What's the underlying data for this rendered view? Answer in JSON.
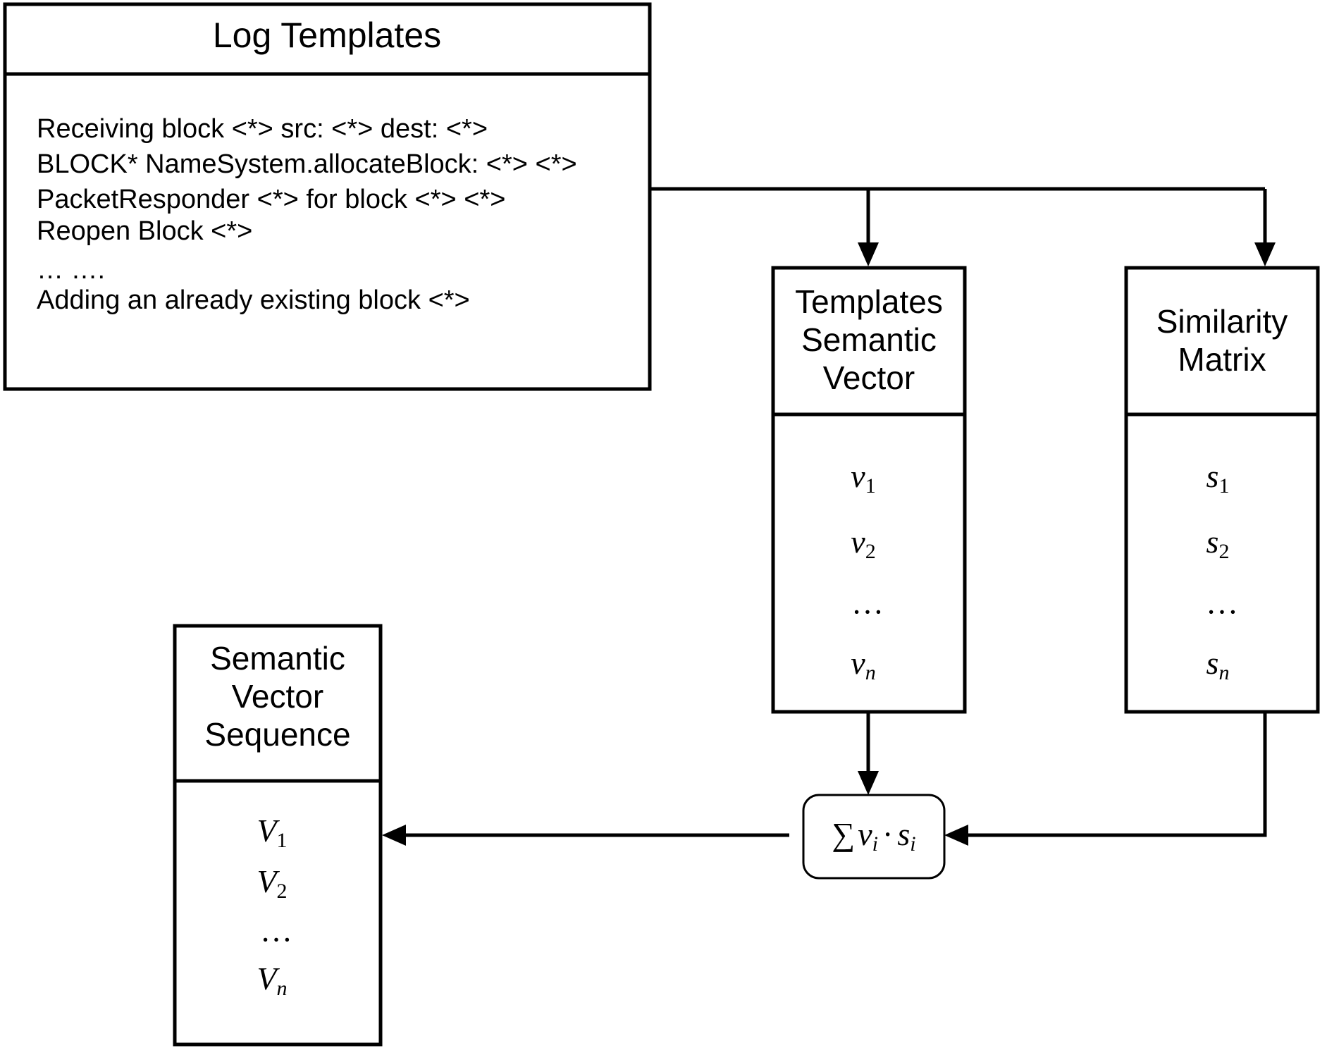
{
  "diagram": {
    "title": "Log template semantic vector aggregation flow",
    "stroke_color": "#000000",
    "background_color": "#ffffff"
  },
  "log_templates_box": {
    "header": "Log Templates",
    "lines": [
      "Receiving block <*> src: <*> dest: <*>",
      "BLOCK* NameSystem.allocateBlock: <*> <*>",
      "PacketResponder <*> for block <*> <*>",
      "Reopen Block <*>",
      "… ….",
      "Adding an already existing block <*>"
    ]
  },
  "templates_semantic_vector_box": {
    "header_lines": [
      "Templates",
      "Semantic",
      "Vector"
    ],
    "items": [
      {
        "base": "v",
        "sub": "1",
        "sub_italic": false
      },
      {
        "base": "v",
        "sub": "2",
        "sub_italic": false
      },
      {
        "base": "…",
        "sub": "",
        "sub_italic": false
      },
      {
        "base": "v",
        "sub": "n",
        "sub_italic": true
      }
    ]
  },
  "similarity_matrix_box": {
    "header_lines": [
      "Similarity",
      "Matrix"
    ],
    "items": [
      {
        "base": "s",
        "sub": "1",
        "sub_italic": false
      },
      {
        "base": "s",
        "sub": "2",
        "sub_italic": false
      },
      {
        "base": "…",
        "sub": "",
        "sub_italic": false
      },
      {
        "base": "s",
        "sub": "n",
        "sub_italic": true
      }
    ]
  },
  "semantic_vector_sequence_box": {
    "header_lines": [
      "Semantic",
      "Vector",
      "Sequence"
    ],
    "items": [
      {
        "base": "V",
        "sub": "1",
        "sub_italic": false
      },
      {
        "base": "V",
        "sub": "2",
        "sub_italic": false
      },
      {
        "base": "…",
        "sub": "",
        "sub_italic": false
      },
      {
        "base": "V",
        "sub": "n",
        "sub_italic": true
      }
    ]
  },
  "sum_node": {
    "sigma": "∑",
    "term_v": "v",
    "term_v_sub": "i",
    "dot": "·",
    "term_s": "s",
    "term_s_sub": "i",
    "full_label": "∑ v i · s i"
  },
  "connections": [
    {
      "name": "log-templates-to-templates-semantic-vector",
      "from": "log_templates_box",
      "to": "templates_semantic_vector_box"
    },
    {
      "name": "log-templates-to-similarity-matrix",
      "from": "log_templates_box",
      "to": "similarity_matrix_box"
    },
    {
      "name": "templates-semantic-vector-to-sum",
      "from": "templates_semantic_vector_box",
      "to": "sum_node"
    },
    {
      "name": "similarity-matrix-to-sum",
      "from": "similarity_matrix_box",
      "to": "sum_node"
    },
    {
      "name": "sum-to-semantic-vector-sequence",
      "from": "sum_node",
      "to": "semantic_vector_sequence_box"
    }
  ]
}
